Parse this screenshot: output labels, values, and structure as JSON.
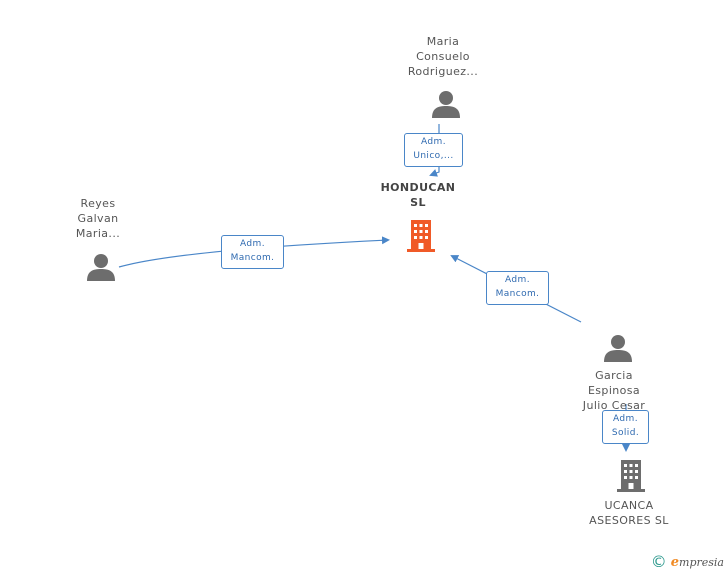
{
  "nodes": {
    "maria": {
      "lines": [
        "Maria",
        "Consuelo",
        "Rodriguez..."
      ]
    },
    "reyes": {
      "lines": [
        "Reyes",
        "Galvan",
        "Maria..."
      ]
    },
    "garcia": {
      "lines": [
        "Garcia",
        "Espinosa",
        "Julio Cesar"
      ]
    },
    "honducan": {
      "lines": [
        "HONDUCAN",
        "SL"
      ]
    },
    "ucanca": {
      "lines": [
        "UCANCA",
        "ASESORES SL"
      ]
    }
  },
  "edges": {
    "maria_honducan": {
      "lines": [
        "Adm.",
        "Unico,..."
      ]
    },
    "reyes_honducan": {
      "lines": [
        "Adm.",
        "Mancom."
      ]
    },
    "garcia_honducan": {
      "lines": [
        "Adm.",
        "Mancom."
      ]
    },
    "garcia_ucanca": {
      "lines": [
        "Adm.",
        "Solid."
      ]
    }
  },
  "colors": {
    "edge": "#4a86c8",
    "person_icon": "#6d6d6d",
    "focus_company_icon": "#f05a28",
    "company_icon": "#6d6d6d"
  },
  "footer": {
    "copyright_symbol": "©",
    "brand_initial": "e",
    "brand_rest": "mpresia"
  }
}
